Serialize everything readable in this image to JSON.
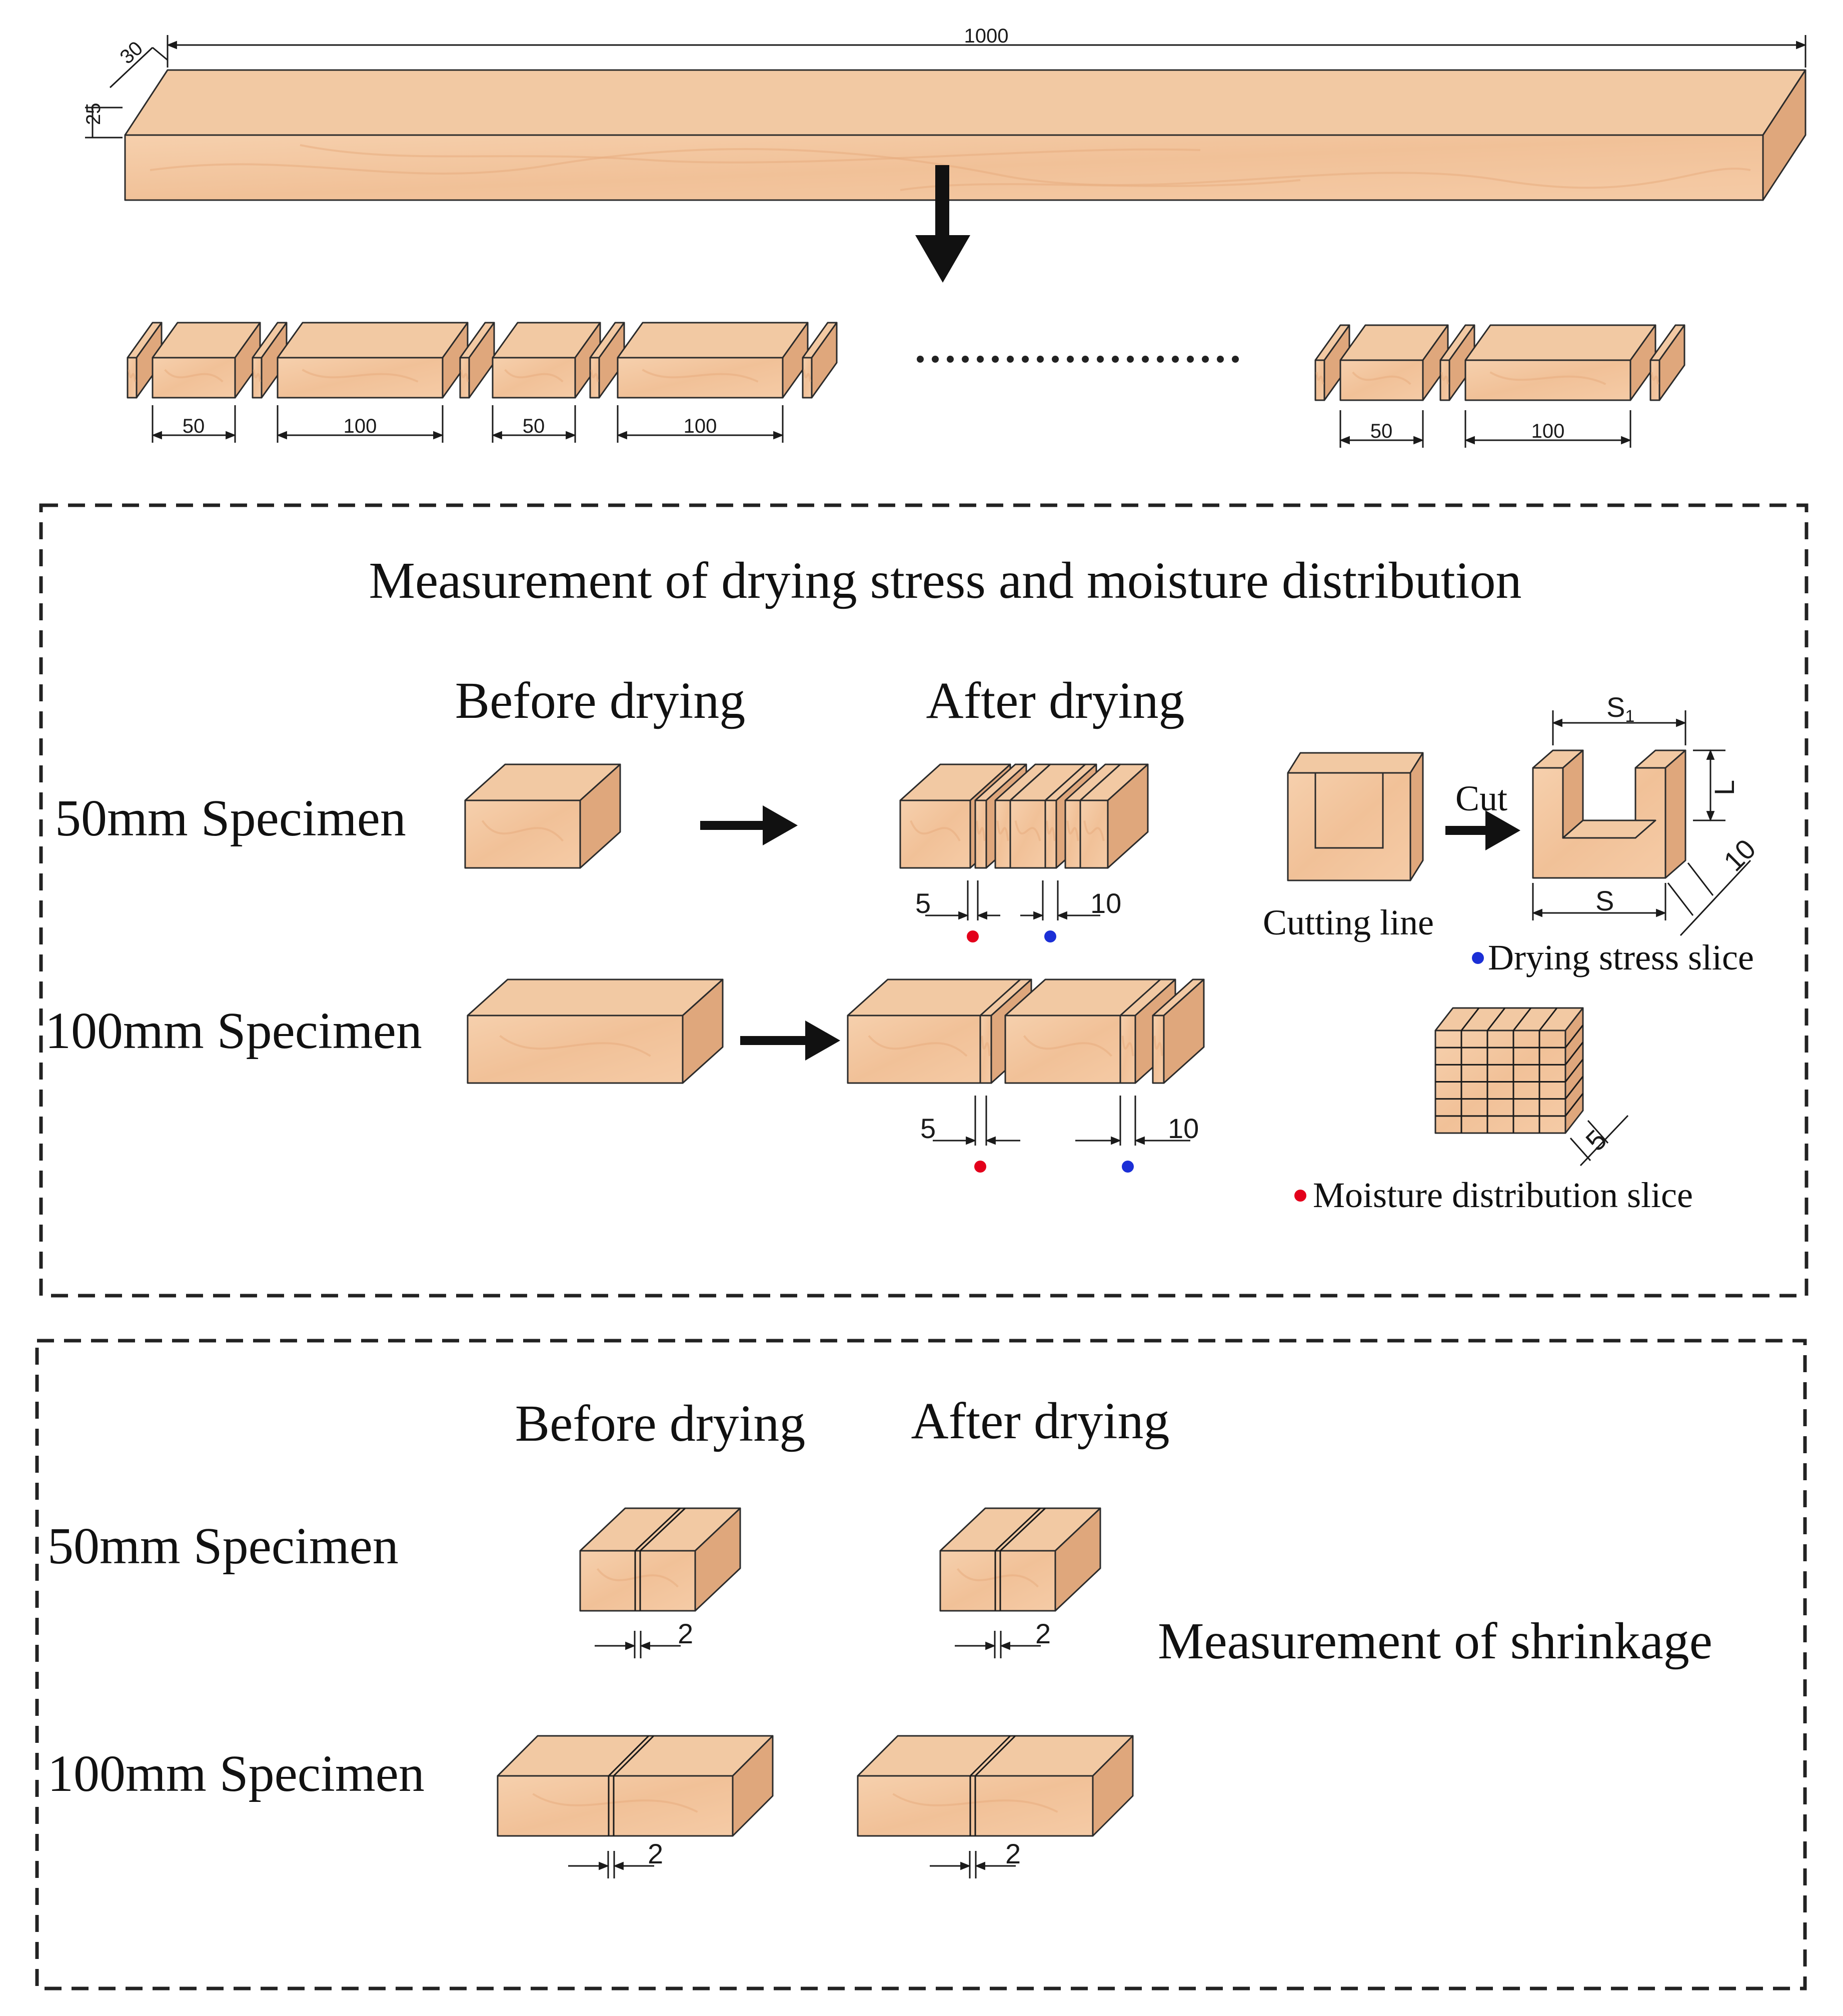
{
  "board": {
    "length": "1000",
    "width": "30",
    "thickness": "25"
  },
  "specimens": {
    "dim_50": "50",
    "dim_100": "100"
  },
  "section_stress": {
    "title": "Measurement of drying stress and moisture distribution",
    "before": "Before drying",
    "after": "After drying",
    "row1": "50mm Specimen",
    "row2": "100mm Specimen",
    "dim_5": "5",
    "dim_10": "10",
    "cut": "Cut",
    "cutting_line": "Cutting line",
    "s1": "S",
    "s1_sub": "1",
    "s": "S",
    "l": "L",
    "slice_10": "10",
    "cube_5": "5",
    "legend_stress": "Drying stress slice",
    "legend_moisture": "Moisture distribution slice"
  },
  "section_shrink": {
    "title": "Measurement of shrinkage",
    "before": "Before drying",
    "after": "After drying",
    "row1": "50mm Specimen",
    "row2": "100mm Specimen",
    "dim_2": "2"
  },
  "colors": {
    "wood_front": "#f4c9a2",
    "wood_top": "#f2c9a3",
    "wood_side": "#dfa77c",
    "red_marker": "#e3001b",
    "blue_marker": "#1b2fd6"
  }
}
